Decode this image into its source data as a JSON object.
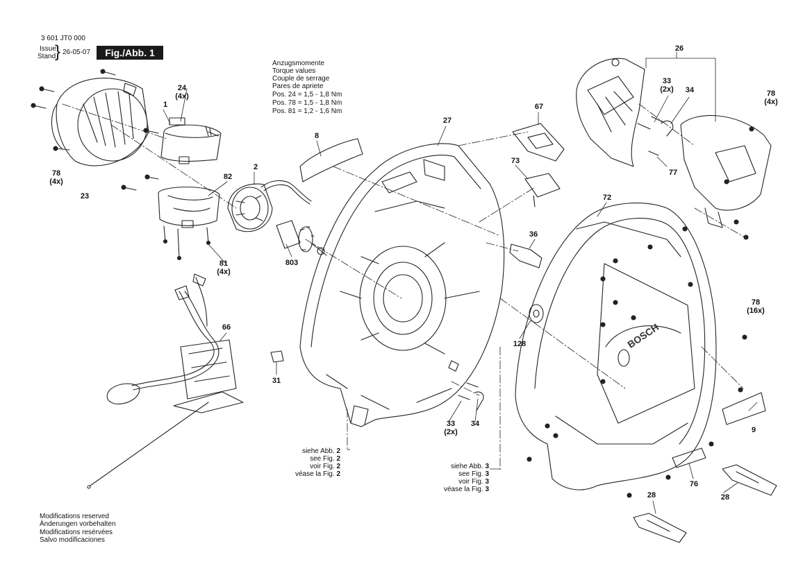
{
  "header": {
    "part_number": "3 601 JT0 000",
    "issue_label": "Issue",
    "stand_label": "Stand",
    "date": "26-05-07",
    "figure_label": "Fig./Abb. 1"
  },
  "torque": {
    "lines": [
      "Anzugsmomente",
      "Torque values",
      "Couple de serrage",
      "Pares de apriete",
      "Pos.  24    = 1,5 - 1,8 Nm",
      "Pos.  78    = 1,5 - 1,8 Nm",
      "Pos.  81    = 1,2 - 1,6 Nm"
    ]
  },
  "footer": {
    "lines": [
      "Modifications reserved",
      "Änderungen vorbehalten",
      "Modifications resérvées",
      "Salvo modificaciones"
    ]
  },
  "refs": {
    "fig2": {
      "lines": [
        "siehe Abb.",
        "see Fig.",
        "voir Fig.",
        "véase la Fig."
      ],
      "num": "2"
    },
    "fig3": {
      "lines": [
        "siehe Abb.",
        "see Fig.",
        "voir Fig.",
        "véase la Fig."
      ],
      "num": "3"
    }
  },
  "housing_brand": "BOSCH",
  "callouts": [
    {
      "id": "1",
      "label": "1",
      "qty": ""
    },
    {
      "id": "2",
      "label": "2",
      "qty": ""
    },
    {
      "id": "8",
      "label": "8",
      "qty": ""
    },
    {
      "id": "9",
      "label": "9",
      "qty": ""
    },
    {
      "id": "23",
      "label": "23",
      "qty": ""
    },
    {
      "id": "24",
      "label": "24",
      "qty": "(4x)"
    },
    {
      "id": "26",
      "label": "26",
      "qty": ""
    },
    {
      "id": "27",
      "label": "27",
      "qty": ""
    },
    {
      "id": "28a",
      "label": "28",
      "qty": ""
    },
    {
      "id": "28b",
      "label": "28",
      "qty": ""
    },
    {
      "id": "31",
      "label": "31",
      "qty": ""
    },
    {
      "id": "33a",
      "label": "33",
      "qty": "(2x)"
    },
    {
      "id": "33b",
      "label": "33",
      "qty": "(2x)"
    },
    {
      "id": "34a",
      "label": "34",
      "qty": ""
    },
    {
      "id": "34b",
      "label": "34",
      "qty": ""
    },
    {
      "id": "36",
      "label": "36",
      "qty": ""
    },
    {
      "id": "66",
      "label": "66",
      "qty": ""
    },
    {
      "id": "67",
      "label": "67",
      "qty": ""
    },
    {
      "id": "72",
      "label": "72",
      "qty": ""
    },
    {
      "id": "73",
      "label": "73",
      "qty": ""
    },
    {
      "id": "76",
      "label": "76",
      "qty": ""
    },
    {
      "id": "77",
      "label": "77",
      "qty": ""
    },
    {
      "id": "78a",
      "label": "78",
      "qty": "(4x)"
    },
    {
      "id": "78b",
      "label": "78",
      "qty": "(4x)"
    },
    {
      "id": "78c",
      "label": "78",
      "qty": "(16x)"
    },
    {
      "id": "81",
      "label": "81",
      "qty": "(4x)"
    },
    {
      "id": "82",
      "label": "82",
      "qty": ""
    },
    {
      "id": "128",
      "label": "128",
      "qty": ""
    },
    {
      "id": "803",
      "label": "803",
      "qty": ""
    }
  ]
}
